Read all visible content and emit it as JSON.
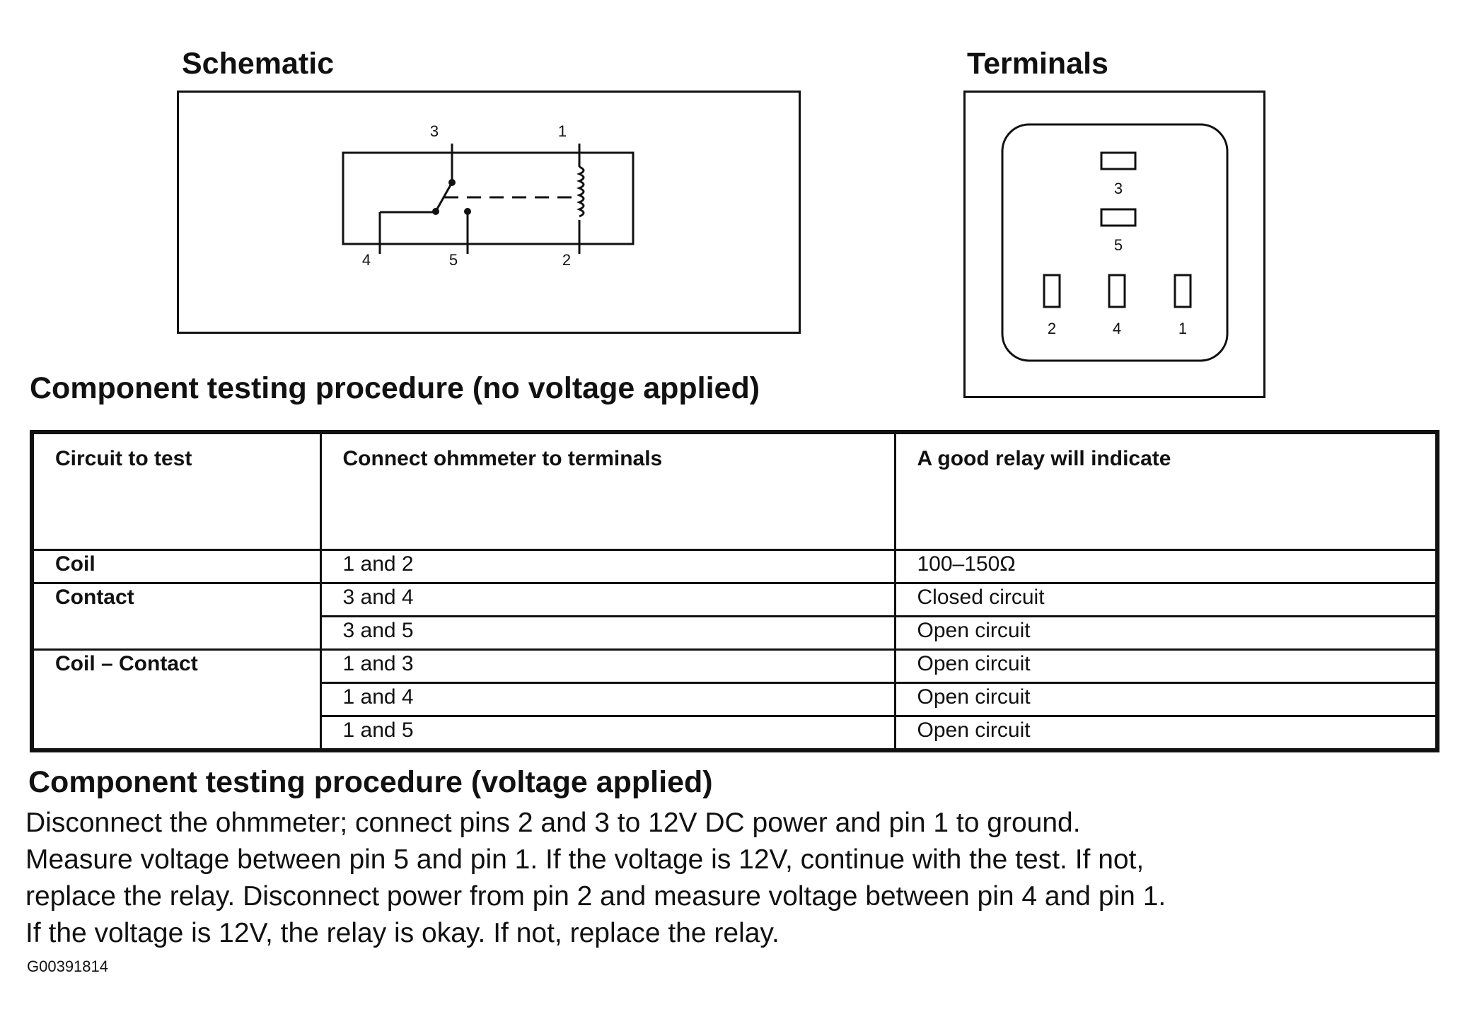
{
  "schematic": {
    "title": "Schematic",
    "pins": [
      "3",
      "1",
      "4",
      "5",
      "2"
    ]
  },
  "terminals": {
    "title": "Terminals",
    "pins": [
      "3",
      "5",
      "2",
      "4",
      "1"
    ]
  },
  "no_voltage": {
    "heading": "Component testing procedure (no voltage applied)",
    "headers": [
      "Circuit to test",
      "Connect ohmmeter to terminals",
      "A good relay will indicate"
    ],
    "rows": [
      {
        "circuit": "Coil",
        "terminals": "1 and 2",
        "result": "100–150Ω"
      },
      {
        "circuit": "Contact",
        "terminals": "3 and 4",
        "result": "Closed circuit"
      },
      {
        "circuit": "",
        "terminals": "3 and 5",
        "result": "Open circuit"
      },
      {
        "circuit": "Coil – Contact",
        "terminals": "1 and 3",
        "result": "Open circuit"
      },
      {
        "circuit": "",
        "terminals": "1 and 4",
        "result": "Open circuit"
      },
      {
        "circuit": "",
        "terminals": "1 and 5",
        "result": "Open circuit"
      }
    ]
  },
  "voltage": {
    "heading": "Component testing procedure (voltage applied)",
    "lines": [
      "Disconnect the ohmmeter; connect pins 2 and 3 to 12V DC power and pin 1 to ground.",
      "Measure voltage between pin 5 and pin 1. If the  voltage is 12V, continue with the test. If not,",
      "replace the relay. Disconnect power from pin 2 and measure voltage between pin 4 and pin 1.",
      "If the voltage is 12V, the relay is okay. If not, replace the relay."
    ]
  },
  "figure_code": "G00391814"
}
